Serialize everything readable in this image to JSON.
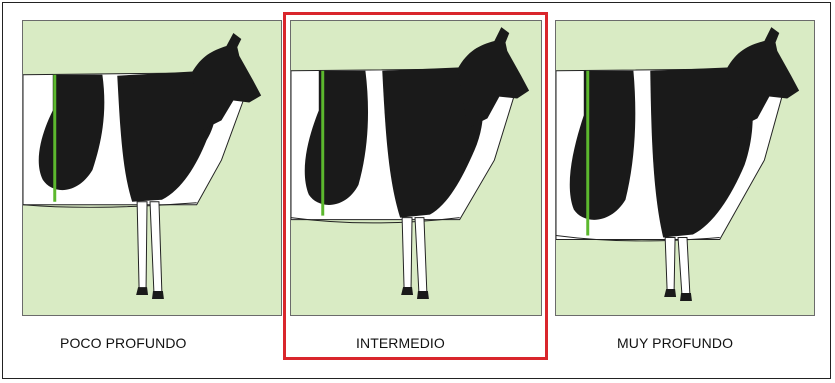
{
  "panels": [
    {
      "id": "poco",
      "label": "POCO PROFUNDO",
      "depth_level": "shallow"
    },
    {
      "id": "intermedio",
      "label": "INTERMEDIO",
      "depth_level": "intermediate",
      "selected": true
    },
    {
      "id": "muy",
      "label": "MUY PROFUNDO",
      "depth_level": "deep"
    }
  ],
  "colors": {
    "panel_background": "#d9ebc4",
    "depth_line": "#5cb82e",
    "highlight": "#d9262c",
    "cow_black": "#1a1a1a",
    "cow_white": "#ffffff"
  }
}
